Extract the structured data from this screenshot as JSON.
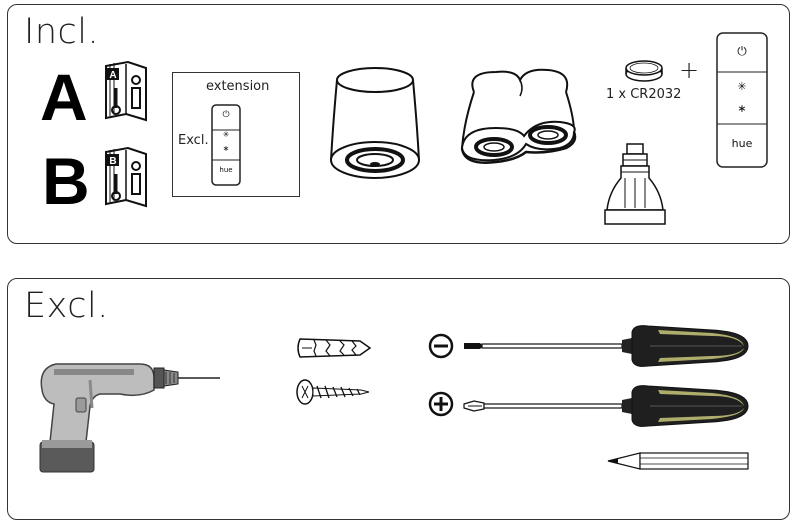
{
  "included": {
    "title": "Incl.",
    "manuals": [
      {
        "letter": "A"
      },
      {
        "letter": "B"
      }
    ],
    "extension": {
      "label": "extension",
      "excluded_label": "Excl.",
      "switch_buttons": {
        "power": "⏻",
        "brighter": "✳",
        "dimmer": "∗",
        "hue": "hue"
      }
    },
    "battery": {
      "label": "1 x CR2032"
    },
    "plus": "+",
    "remote": {
      "power": "⏻",
      "brighter": "✳",
      "dimmer": "∗",
      "hue": "hue"
    }
  },
  "excluded": {
    "title": "Excl."
  },
  "colors": {
    "outline": "#333333",
    "tool_dark": "#222222",
    "tool_highlight": "#c9c77a",
    "drill_gray": "#9a9a9a",
    "drill_dark": "#555555"
  }
}
